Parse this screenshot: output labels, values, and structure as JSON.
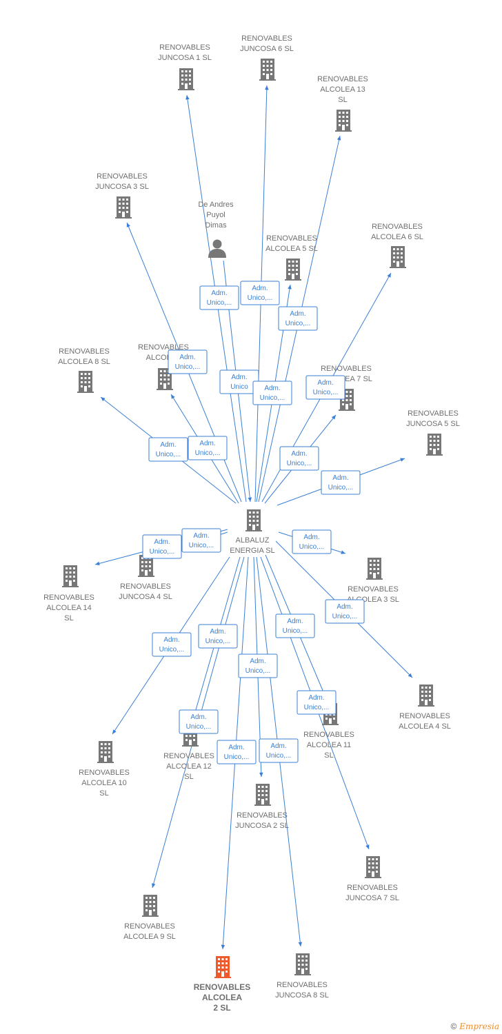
{
  "colors": {
    "edge": "#3a7fd5",
    "node": "#777777",
    "highlight": "#f0592a"
  },
  "center": {
    "id": "center",
    "lines": [
      "ALBALUZ",
      "ENERGIA  SL"
    ],
    "icon": "building-icon"
  },
  "nodes": [
    {
      "id": "juncosa1",
      "lines": [
        "RENOVABLES",
        "JUNCOSA 1  SL"
      ],
      "icon": "building-icon"
    },
    {
      "id": "juncosa6",
      "lines": [
        "RENOVABLES",
        "JUNCOSA 6  SL"
      ],
      "icon": "building-icon"
    },
    {
      "id": "alcolea13",
      "lines": [
        "RENOVABLES",
        "ALCOLEA 13",
        "SL"
      ],
      "icon": "building-icon"
    },
    {
      "id": "juncosa3",
      "lines": [
        "RENOVABLES",
        "JUNCOSA 3  SL"
      ],
      "icon": "building-icon"
    },
    {
      "id": "person",
      "lines": [
        "De Andres",
        "Puyol",
        "Dimas"
      ],
      "icon": "person-icon"
    },
    {
      "id": "alcolea5",
      "lines": [
        "RENOVABLES",
        "ALCOLEA 5  SL"
      ],
      "icon": "building-icon"
    },
    {
      "id": "alcolea6",
      "lines": [
        "RENOVABLES",
        "ALCOLEA 6  SL"
      ],
      "icon": "building-icon"
    },
    {
      "id": "alcolea8",
      "lines": [
        "RENOVABLES",
        "ALCOLEA 8  SL"
      ],
      "icon": "building-icon"
    },
    {
      "id": "alcoleaX",
      "lines": [
        "RENOVABLES",
        "ALCOLEA"
      ],
      "icon": "building-icon"
    },
    {
      "id": "alcolea7",
      "lines": [
        "RENOVABLES",
        "ALCOLEA 7  SL"
      ],
      "icon": "building-icon"
    },
    {
      "id": "juncosa5",
      "lines": [
        "RENOVABLES",
        "JUNCOSA 5  SL"
      ],
      "icon": "building-icon"
    },
    {
      "id": "alcolea14",
      "lines": [
        "RENOVABLES",
        "ALCOLEA 14",
        "SL"
      ],
      "icon": "building-icon"
    },
    {
      "id": "juncosa4",
      "lines": [
        "RENOVABLES",
        "JUNCOSA 4  SL"
      ],
      "icon": "building-icon"
    },
    {
      "id": "alcolea3",
      "lines": [
        "RENOVABLES",
        "ALCOLEA 3  SL"
      ],
      "icon": "building-icon"
    },
    {
      "id": "alcolea4",
      "lines": [
        "RENOVABLES",
        "ALCOLEA 4  SL"
      ],
      "icon": "building-icon"
    },
    {
      "id": "alcolea11",
      "lines": [
        "RENOVABLES",
        "ALCOLEA 11",
        "SL"
      ],
      "icon": "building-icon"
    },
    {
      "id": "alcolea10",
      "lines": [
        "RENOVABLES",
        "ALCOLEA 10",
        "SL"
      ],
      "icon": "building-icon"
    },
    {
      "id": "alcolea12",
      "lines": [
        "RENOVABLES",
        "ALCOLEA 12",
        "SL"
      ],
      "icon": "building-icon"
    },
    {
      "id": "juncosa2",
      "lines": [
        "RENOVABLES",
        "JUNCOSA 2  SL"
      ],
      "icon": "building-icon"
    },
    {
      "id": "juncosa7",
      "lines": [
        "RENOVABLES",
        "JUNCOSA 7  SL"
      ],
      "icon": "building-icon"
    },
    {
      "id": "alcolea9",
      "lines": [
        "RENOVABLES",
        "ALCOLEA 9  SL"
      ],
      "icon": "building-icon"
    },
    {
      "id": "alcolea2",
      "lines": [
        "RENOVABLES",
        "ALCOLEA",
        "2  SL"
      ],
      "icon": "building-icon",
      "highlight": true
    },
    {
      "id": "juncosa8",
      "lines": [
        "RENOVABLES",
        "JUNCOSA 8  SL"
      ],
      "icon": "building-icon"
    }
  ],
  "edges": [
    {
      "from": "center",
      "to": "juncosa1",
      "label": [
        "Adm.",
        "Unico,..."
      ]
    },
    {
      "from": "center",
      "to": "juncosa6",
      "label": [
        "Adm.",
        "Unico,..."
      ]
    },
    {
      "from": "center",
      "to": "alcolea13",
      "label": [
        "Adm.",
        "Unico,..."
      ]
    },
    {
      "from": "center",
      "to": "juncosa3",
      "label": [
        "Adm.",
        "Unico,..."
      ]
    },
    {
      "from": "person",
      "to": "center",
      "label": [
        "Adm.",
        "Unico"
      ]
    },
    {
      "from": "center",
      "to": "alcolea5",
      "label": [
        "Adm.",
        "Unico,..."
      ]
    },
    {
      "from": "center",
      "to": "alcolea6",
      "label": [
        "Adm.",
        "Unico,..."
      ]
    },
    {
      "from": "center",
      "to": "alcolea8",
      "label": [
        "Adm.",
        "Unico,..."
      ]
    },
    {
      "from": "center",
      "to": "alcoleaX",
      "label": [
        "Adm.",
        "Unico,..."
      ]
    },
    {
      "from": "center",
      "to": "alcolea7",
      "label": [
        "Adm.",
        "Unico,..."
      ]
    },
    {
      "from": "center",
      "to": "juncosa5",
      "label": [
        "Adm.",
        "Unico,..."
      ]
    },
    {
      "from": "center",
      "to": "alcolea14",
      "label": [
        "Adm.",
        "Unico,..."
      ]
    },
    {
      "from": "center",
      "to": "juncosa4",
      "label": [
        "Adm.",
        "Unico,..."
      ]
    },
    {
      "from": "center",
      "to": "alcolea3",
      "label": [
        "Adm.",
        "Unico,..."
      ]
    },
    {
      "from": "center",
      "to": "alcolea4",
      "label": [
        "Adm.",
        "Unico,..."
      ]
    },
    {
      "from": "center",
      "to": "alcolea11",
      "label": [
        "Adm.",
        "Unico,..."
      ]
    },
    {
      "from": "center",
      "to": "alcolea10",
      "label": [
        "Adm.",
        "Unico,..."
      ]
    },
    {
      "from": "center",
      "to": "alcolea12",
      "label": [
        "Adm.",
        "Unico,..."
      ]
    },
    {
      "from": "center",
      "to": "juncosa2",
      "label": [
        "Adm.",
        "Unico,..."
      ]
    },
    {
      "from": "center",
      "to": "juncosa7",
      "label": [
        "Adm.",
        "Unico,..."
      ]
    },
    {
      "from": "center",
      "to": "alcolea9",
      "label": [
        "Adm.",
        "Unico,..."
      ]
    },
    {
      "from": "center",
      "to": "alcolea2",
      "label": [
        "Adm.",
        "Unico,..."
      ]
    },
    {
      "from": "center",
      "to": "juncosa8",
      "label": [
        "Adm.",
        "Unico,..."
      ]
    }
  ],
  "footer": {
    "copyright": "©",
    "brand": "Empresia"
  }
}
